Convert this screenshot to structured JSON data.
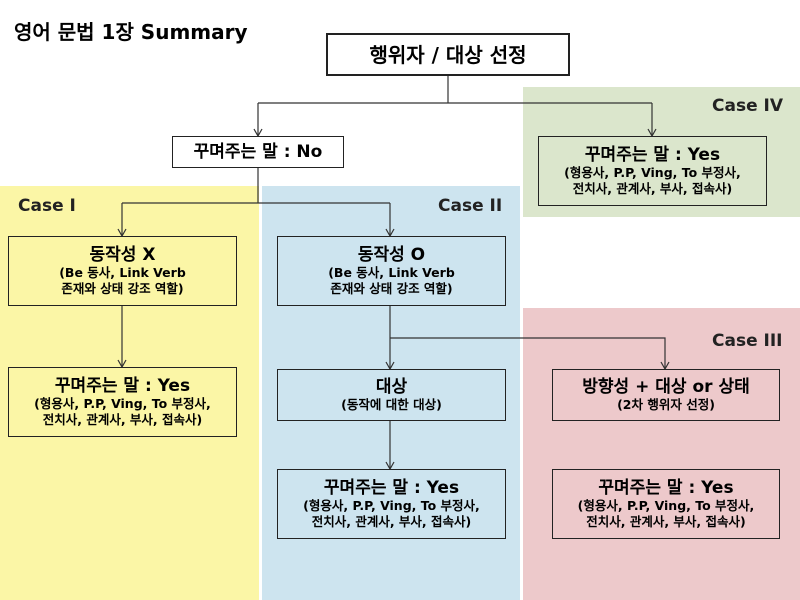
{
  "title": "영어 문법 1장 Summary",
  "colors": {
    "case1_bg": "#fbf6a6",
    "case2_bg": "#cde4ef",
    "case3_bg": "#edc9cb",
    "case4_bg": "#dbe6cc",
    "box1_bg": "#fbf6a6",
    "box2_bg": "#cde4ef",
    "box3_bg": "#edc9cb",
    "box4_bg": "#dbe6cc"
  },
  "root": {
    "label": "행위자 / 대상 선정"
  },
  "no_modifier": {
    "label": "꾸며주는 말 : No"
  },
  "case1": {
    "label": "Case I",
    "action": {
      "title": "동작성 X",
      "sub1": "(Be 동사, Link Verb",
      "sub2": "존재와 상태 강조 역할)"
    },
    "modifier": {
      "title": "꾸며주는 말 : Yes",
      "sub1": "(형용사, P.P, Ving, To 부정사,",
      "sub2": "전치사, 관계사, 부사, 접속사)"
    }
  },
  "case2": {
    "label": "Case II",
    "action": {
      "title": "동작성 O",
      "sub1": "(Be 동사, Link Verb",
      "sub2": "존재와 상태 강조 역할)"
    },
    "target": {
      "title": "대상",
      "sub1": "(동작에 대한 대상)"
    },
    "modifier": {
      "title": "꾸며주는 말 : Yes",
      "sub1": "(형용사, P.P, Ving, To 부정사,",
      "sub2": "전치사, 관계사, 부사, 접속사)"
    }
  },
  "case3": {
    "label": "Case III",
    "direction": {
      "title": "방향성 + 대상 or 상태",
      "sub1": "(2차 행위자 선정)"
    },
    "modifier": {
      "title": "꾸며주는 말 : Yes",
      "sub1": "(형용사, P.P, Ving, To 부정사,",
      "sub2": "전치사, 관계사, 부사, 접속사)"
    }
  },
  "case4": {
    "label": "Case IV",
    "modifier": {
      "title": "꾸며주는 말 : Yes",
      "sub1": "(형용사, P.P, Ving, To 부정사,",
      "sub2": "전치사, 관계사, 부사, 접속사)"
    }
  }
}
